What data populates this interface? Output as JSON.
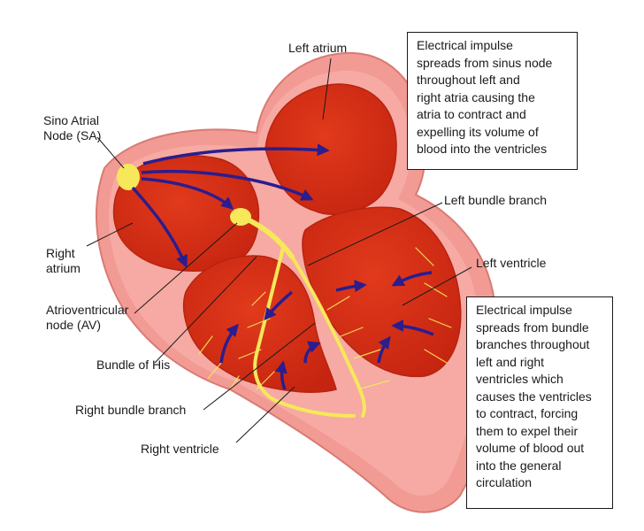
{
  "labels": {
    "left_atrium": "Left atrium",
    "sino_atrial_node": "Sino Atrial\nNode (SA)",
    "right_atrium": "Right\natrium",
    "atrioventricular_node": "Atrioventricular\nnode (AV)",
    "bundle_of_his": "Bundle of His",
    "right_bundle_branch": "Right bundle branch",
    "right_ventricle": "Right ventricle",
    "left_bundle_branch": "Left bundle branch",
    "left_ventricle": "Left ventricle"
  },
  "callouts": {
    "atria": "Electrical impulse\nspreads from sinus node\nthroughout left and\nright atria causing the\natria to contract and\nexpelling its volume of\nblood into the ventricles",
    "ventricles": "Electrical impulse\nspreads from bundle\nbranches throughout\nleft and right\nventricles which\ncauses the ventricles\nto contract, forcing\nthem to expel their\nvolume of blood out\ninto the general\ncirculation"
  },
  "colors": {
    "heart_outer": "#f29b95",
    "heart_wall": "#f6aaa3",
    "chamber": "#d62e16",
    "chamber_rim": "#b8230f",
    "conduction": "#f6e85a",
    "arrow": "#2b1d8e"
  }
}
